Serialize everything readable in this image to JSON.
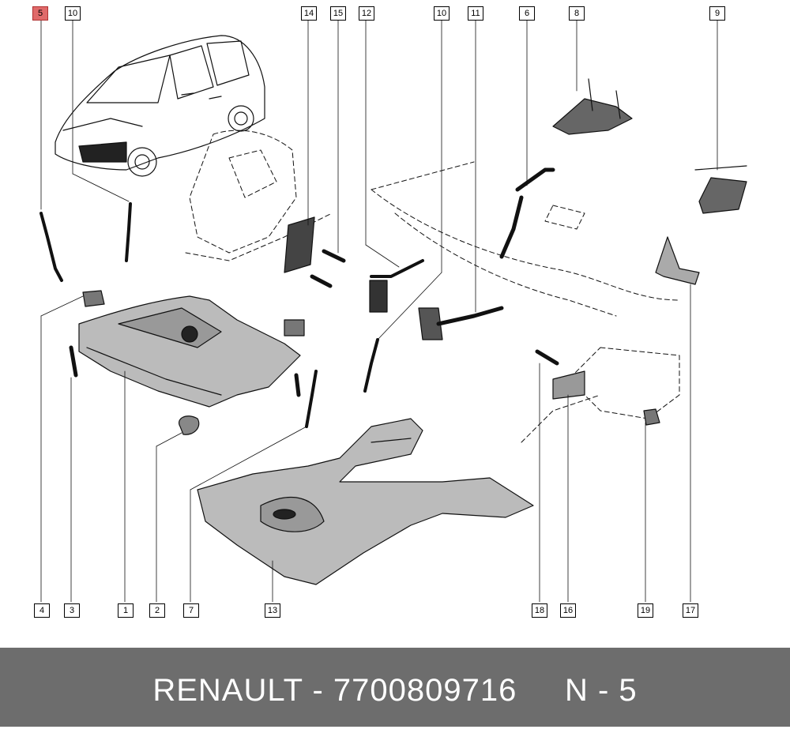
{
  "callouts": {
    "top": [
      "5",
      "10",
      "14",
      "15",
      "12",
      "10",
      "11",
      "6",
      "8",
      "9"
    ],
    "bottom": [
      "4",
      "3",
      "1",
      "2",
      "7",
      "13",
      "18",
      "16",
      "19",
      "17"
    ],
    "highlighted": "5"
  },
  "footer": {
    "brand": "RENAULT",
    "separator": "-",
    "part_number": "7700809716",
    "ref": "N - 5"
  },
  "colors": {
    "highlight": "#e06a6a",
    "footer_bg": "#6d6d6d",
    "footer_text": "#ffffff"
  }
}
